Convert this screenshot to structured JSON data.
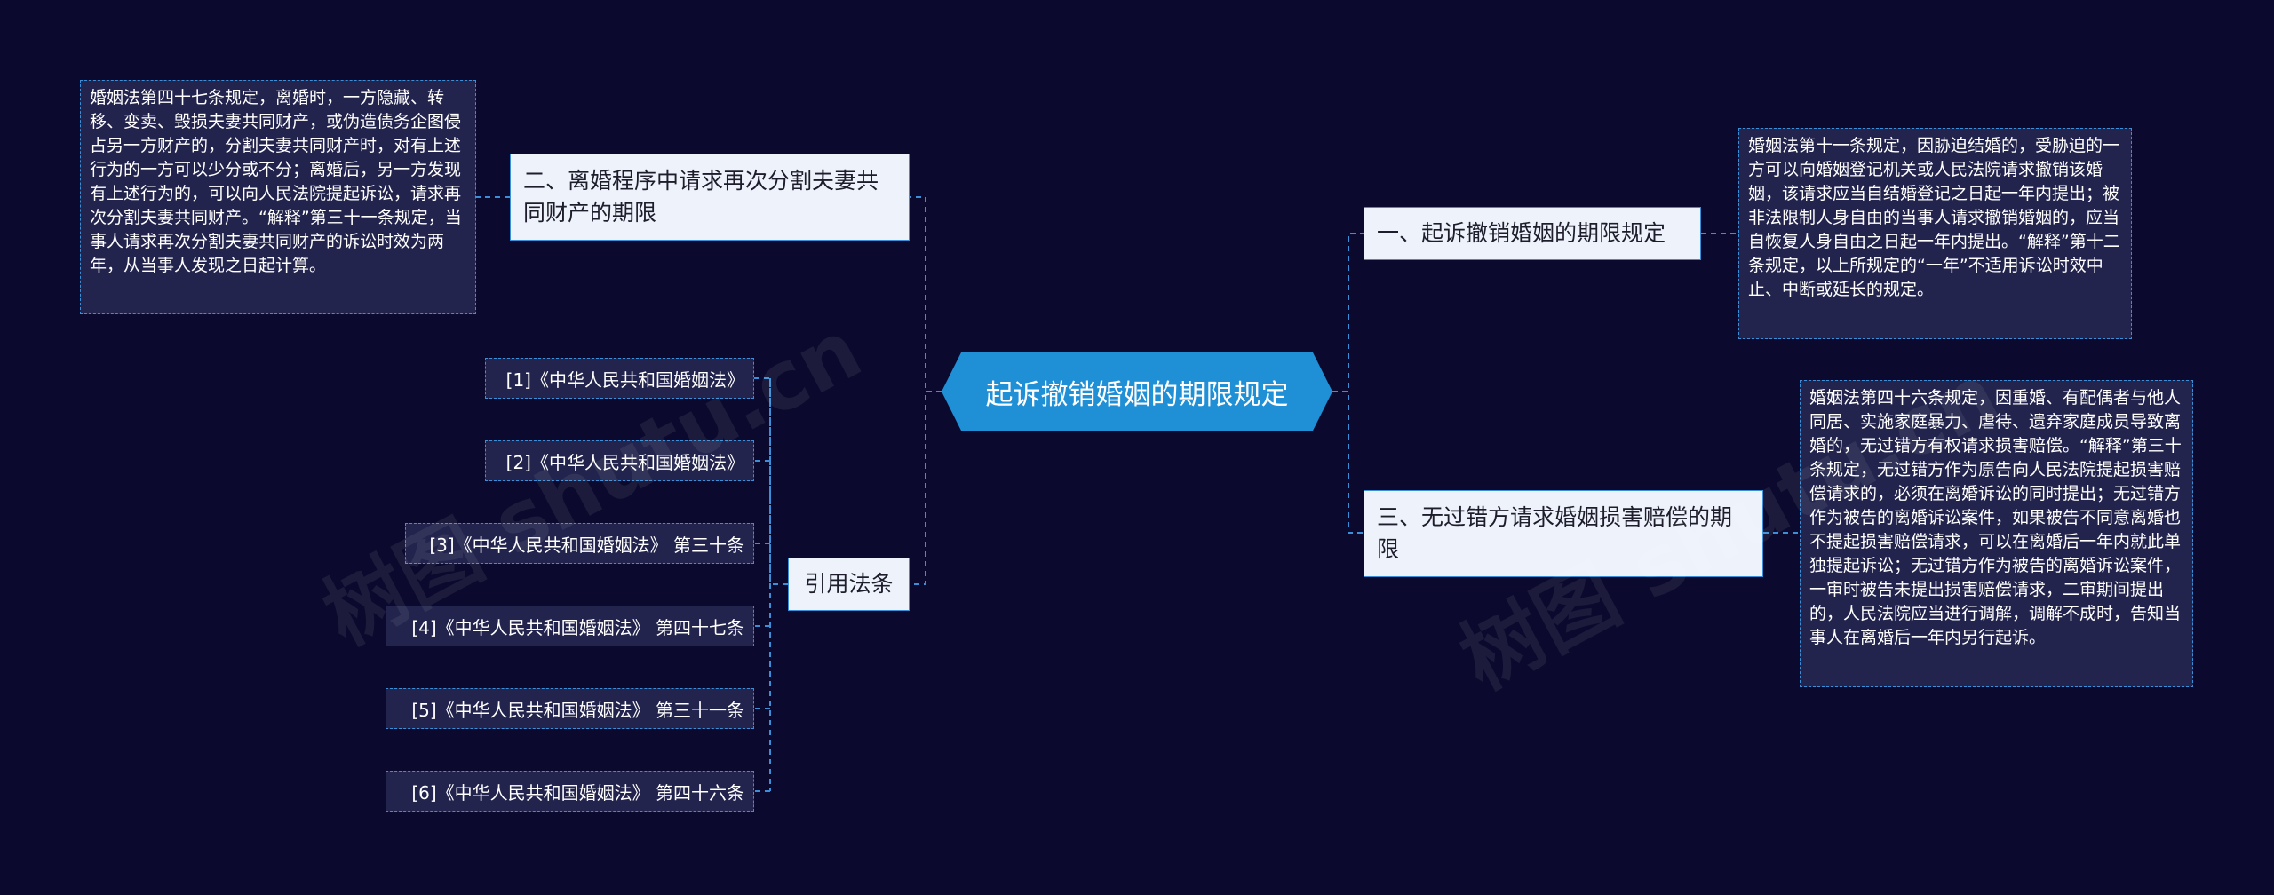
{
  "root": {
    "label": "起诉撤销婚姻的期限规定"
  },
  "branches": [
    {
      "label": "一、起诉撤销婚姻的期限规定"
    },
    {
      "label": "三、无过错方请求婚姻损害赔偿的期限"
    },
    {
      "label": "二、离婚程序中请求再次分割夫妻共同财产的期限"
    },
    {
      "label": "引用法条"
    }
  ],
  "details": [
    {
      "text": "婚姻法第十一条规定，因胁迫结婚的，受胁迫的一方可以向婚姻登记机关或人民法院请求撤销该婚姻，该请求应当自结婚登记之日起一年内提出；被非法限制人身自由的当事人请求撤销婚姻的，应当自恢复人身自由之日起一年内提出。“解释”第十二条规定，以上所规定的“一年”不适用诉讼时效中止、中断或延长的规定。"
    },
    {
      "text": "婚姻法第四十六条规定，因重婚、有配偶者与他人同居、实施家庭暴力、虐待、遗弃家庭成员导致离婚的，无过错方有权请求损害赔偿。“解释”第三十条规定，无过错方作为原告向人民法院提起损害赔偿请求的，必须在离婚诉讼的同时提出；无过错方作为被告的离婚诉讼案件，如果被告不同意离婚也不提起损害赔偿请求，可以在离婚后一年内就此单独提起诉讼；无过错方作为被告的离婚诉讼案件，一审时被告未提出损害赔偿请求，二审期间提出的，人民法院应当进行调解，调解不成时，告知当事人在离婚后一年内另行起诉。"
    },
    {
      "text": "婚姻法第四十七条规定，离婚时，一方隐藏、转移、变卖、毁损夫妻共同财产，或伪造债务企图侵占另一方财产的，分割夫妻共同财产时，对有上述行为的一方可以少分或不分；离婚后，另一方发现有上述行为的，可以向人民法院提起诉讼，请求再次分割夫妻共同财产。“解释”第三十一条规定，当事人请求再次分割夫妻共同财产的诉讼时效为两年，从当事人发现之日起计算。"
    }
  ],
  "refs": [
    {
      "label": "[1]《中华人民共和国婚姻法》"
    },
    {
      "label": "[2]《中华人民共和国婚姻法》"
    },
    {
      "label": "[3]《中华人民共和国婚姻法》 第三十条"
    },
    {
      "label": "[4]《中华人民共和国婚姻法》 第四十七条"
    },
    {
      "label": "[5]《中华人民共和国婚姻法》 第三十一条"
    },
    {
      "label": "[6]《中华人民共和国婚姻法》 第四十六条"
    }
  ],
  "watermarks": [
    "树图 shutu.cn",
    "树图 shutu.cn"
  ],
  "colors": {
    "background": "#0b0a2e",
    "root": "#1f8fd6",
    "branch_fill": "#eef3fb",
    "leaf_fill": "#23244d",
    "connector": "#3a8fd8"
  }
}
